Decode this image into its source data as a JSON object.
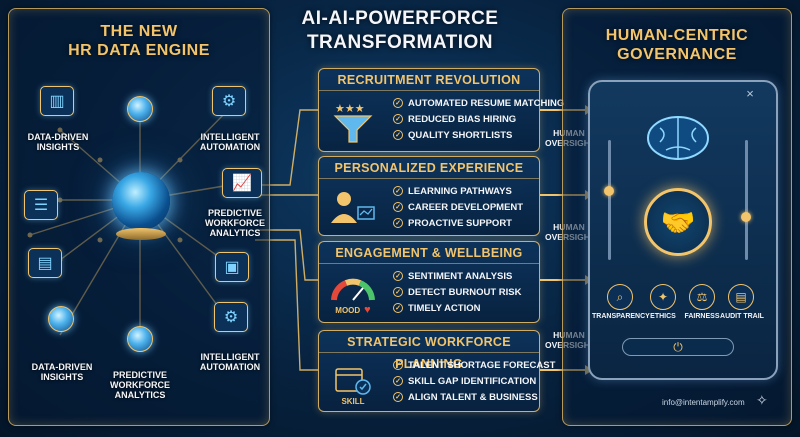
{
  "header": {
    "title_line1": "AI-AI-POWERFORCE",
    "title_line2": "TRANSFORMATION"
  },
  "engine": {
    "title_line1": "THE NEW",
    "title_line2": "HR DATA ENGINE",
    "nodes": [
      {
        "label_line1": "DATA-DRIVEN",
        "label_line2": "INSIGHTS",
        "icon": "analytics-icon"
      },
      {
        "label_line1": "INTELLIGENT",
        "label_line2": "AUTOMATION",
        "icon": "gear-icon"
      },
      {
        "label_line1": "PREDICTIVE",
        "label_line2": "WORKFORCE",
        "label_line3": "ANALYTICS",
        "icon": "trend-chart-icon"
      },
      {
        "label_line1": "DATA-DRIVEN",
        "label_line2": "INSIGHTS",
        "icon": "network-orb-icon"
      },
      {
        "label_line1": "PREDICTIVE",
        "label_line2": "WORKFORCE",
        "label_line3": "ANALYTICS",
        "icon": "network-orb-icon"
      },
      {
        "label_line1": "INTELLIGENT",
        "label_line2": "AUTOMATION",
        "icon": "gear-icon"
      }
    ]
  },
  "cards": [
    {
      "title": "RECRUITMENT REVOLUTION",
      "icon": "funnel-stars-icon",
      "items": [
        "AUTOMATED RESUME MATCHING",
        "REDUCED BIAS HIRING",
        "QUALITY SHORTLISTS"
      ]
    },
    {
      "title": "PERSONALIZED EXPERIENCE",
      "icon": "person-pathway-icon",
      "items": [
        "LEARNING PATHWAYS",
        "CAREER DEVELOPMENT",
        "PROACTIVE SUPPORT"
      ]
    },
    {
      "title": "ENGAGEMENT & WELLBEING",
      "icon": "mood-gauge-icon",
      "icon_label": "MOOD",
      "items": [
        "SENTIMENT ANALYSIS",
        "DETECT BURNOUT RISK",
        "TIMELY ACTION"
      ]
    },
    {
      "title": "STRATEGIC WORKFORCE PLANNING",
      "icon": "calendar-icon",
      "icon_label": "SKILL",
      "items": [
        "TALENT SHORTAGE FORECAST",
        "SKILL GAP IDENTIFICATION",
        "ALIGN TALENT & BUSINESS"
      ]
    }
  ],
  "oversight": {
    "line1": "HUMAN",
    "line2": "OVERSIGHT"
  },
  "governance": {
    "title_line1": "HUMAN-CENTRIC",
    "title_line2": "GOVERNANCE",
    "principles": [
      {
        "label": "TRANSPARENCY",
        "icon": "magnifier-icon"
      },
      {
        "label": "ETHICS",
        "icon": "ethics-icon"
      },
      {
        "label": "FAIRNESS",
        "icon": "scales-icon"
      },
      {
        "label": "AUDIT TRAIL",
        "icon": "document-icon"
      }
    ],
    "close_glyph": "×"
  },
  "footer": {
    "email": "info@intentamplify.com"
  },
  "colors": {
    "accent": "#f2c46b",
    "background": "#07223f",
    "glow": "#7fd3ff"
  }
}
